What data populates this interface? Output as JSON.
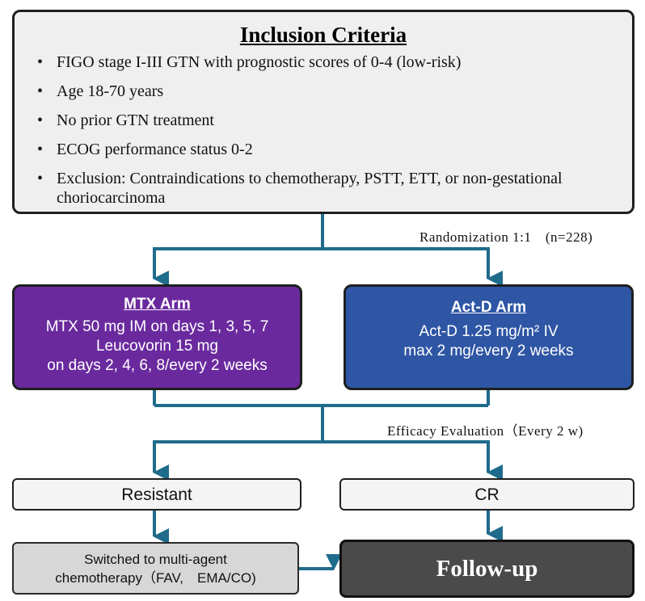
{
  "inclusion": {
    "title": "Inclusion Criteria",
    "items": [
      "FIGO stage I-III GTN with prognostic scores of 0-4 (low-risk)",
      "Age 18-70 years",
      "No prior GTN treatment",
      "ECOG performance status 0-2",
      "Exclusion: Contraindications to chemotherapy, PSTT, ETT, or non-gestational choriocarcinoma"
    ]
  },
  "randomization_label": "Randomization 1:1　(n=228)",
  "mtx_arm": {
    "title": "MTX Arm",
    "line1": "MTX 50 mg IM on days 1, 3, 5, 7",
    "line2": "Leucovorin 15 mg",
    "line3": "on days 2, 4, 6, 8/every 2 weeks"
  },
  "actd_arm": {
    "title": "Act-D Arm",
    "line1": "Act-D 1.25 mg/m² IV",
    "line2": "max 2 mg/every 2 weeks"
  },
  "efficacy_label": "Efficacy Evaluation（Every 2 w)",
  "resistant_label": "Resistant",
  "cr_label": "CR",
  "switched": {
    "line1": "Switched to multi-agent",
    "line2": "chemotherapy（FAV,　EMA/CO)"
  },
  "followup_label": "Follow-up",
  "colors": {
    "connector": "#1f6b8c",
    "mtx": "#6a2a9e",
    "actd": "#2e56a5",
    "followup": "#4a4a4a"
  }
}
